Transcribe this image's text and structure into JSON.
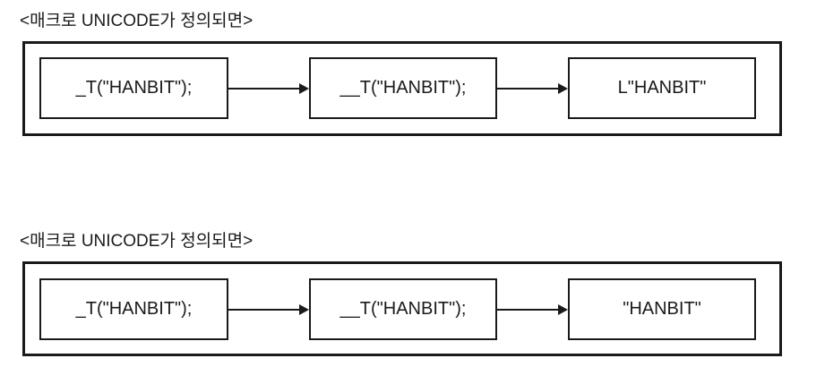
{
  "colors": {
    "bg": "#ffffff",
    "ink": "#1a1a1a"
  },
  "diagrams": [
    {
      "title": "<매크로 UNICODE가 정의되면>",
      "boxes": [
        {
          "label": "_T(\"HANBIT\");"
        },
        {
          "label": "__T(\"HANBIT\");"
        },
        {
          "label": "L\"HANBIT\""
        }
      ]
    },
    {
      "title": "<매크로 UNICODE가 정의되면>",
      "boxes": [
        {
          "label": "_T(\"HANBIT\");"
        },
        {
          "label": "__T(\"HANBIT\");"
        },
        {
          "label": "\"HANBIT\""
        }
      ]
    }
  ]
}
